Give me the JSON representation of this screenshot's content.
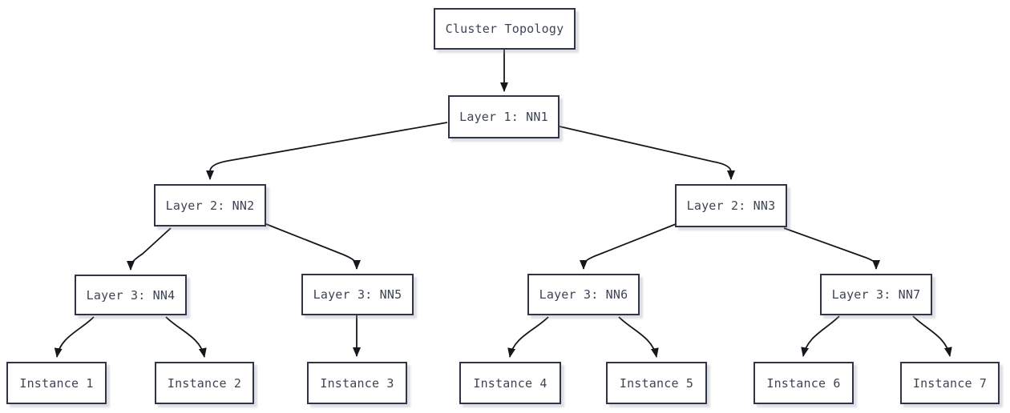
{
  "diagram": {
    "title": "Cluster Topology",
    "type": "tree",
    "colors": {
      "background": "#ffffff",
      "node_fill": "#ffffff",
      "node_border": "#2f3547",
      "node_text": "#3e4455",
      "edge": "#15171c"
    },
    "nodes": {
      "root": {
        "label": "Cluster Topology",
        "level": 0
      },
      "l1": {
        "label": "Layer 1: NN1",
        "level": 1
      },
      "nn2": {
        "label": "Layer 2: NN2",
        "level": 2
      },
      "nn3": {
        "label": "Layer 2: NN3",
        "level": 2
      },
      "nn4": {
        "label": "Layer 3: NN4",
        "level": 3
      },
      "nn5": {
        "label": "Layer 3: NN5",
        "level": 3
      },
      "nn6": {
        "label": "Layer 3: NN6",
        "level": 3
      },
      "nn7": {
        "label": "Layer 3: NN7",
        "level": 3
      },
      "i1": {
        "label": "Instance 1",
        "level": 4
      },
      "i2": {
        "label": "Instance 2",
        "level": 4
      },
      "i3": {
        "label": "Instance 3",
        "level": 4
      },
      "i4": {
        "label": "Instance 4",
        "level": 4
      },
      "i5": {
        "label": "Instance 5",
        "level": 4
      },
      "i6": {
        "label": "Instance 6",
        "level": 4
      },
      "i7": {
        "label": "Instance 7",
        "level": 4
      }
    },
    "edges": [
      {
        "from": "root",
        "to": "l1"
      },
      {
        "from": "l1",
        "to": "nn2"
      },
      {
        "from": "l1",
        "to": "nn3"
      },
      {
        "from": "nn2",
        "to": "nn4"
      },
      {
        "from": "nn2",
        "to": "nn5"
      },
      {
        "from": "nn3",
        "to": "nn6"
      },
      {
        "from": "nn3",
        "to": "nn7"
      },
      {
        "from": "nn4",
        "to": "i1"
      },
      {
        "from": "nn4",
        "to": "i2"
      },
      {
        "from": "nn5",
        "to": "i3"
      },
      {
        "from": "nn6",
        "to": "i4"
      },
      {
        "from": "nn6",
        "to": "i5"
      },
      {
        "from": "nn7",
        "to": "i6"
      },
      {
        "from": "nn7",
        "to": "i7"
      }
    ]
  }
}
